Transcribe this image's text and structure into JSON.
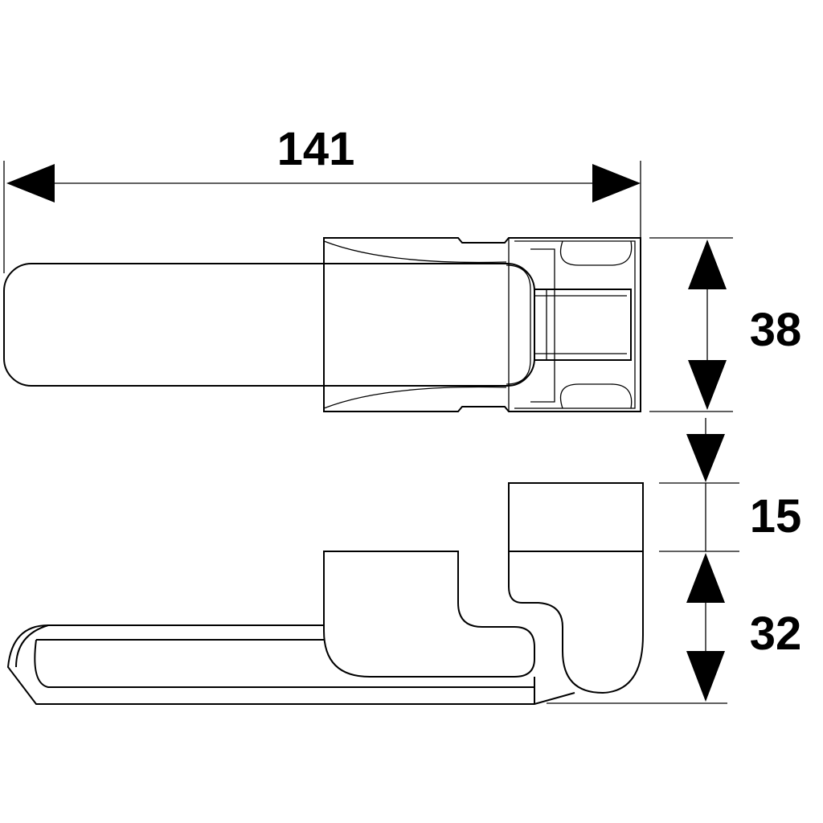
{
  "dimensions": {
    "total_length": "141",
    "rose_height": "38",
    "rose_depth": "15",
    "lever_offset": "32"
  },
  "colors": {
    "line": "#000000",
    "background": "#ffffff"
  }
}
